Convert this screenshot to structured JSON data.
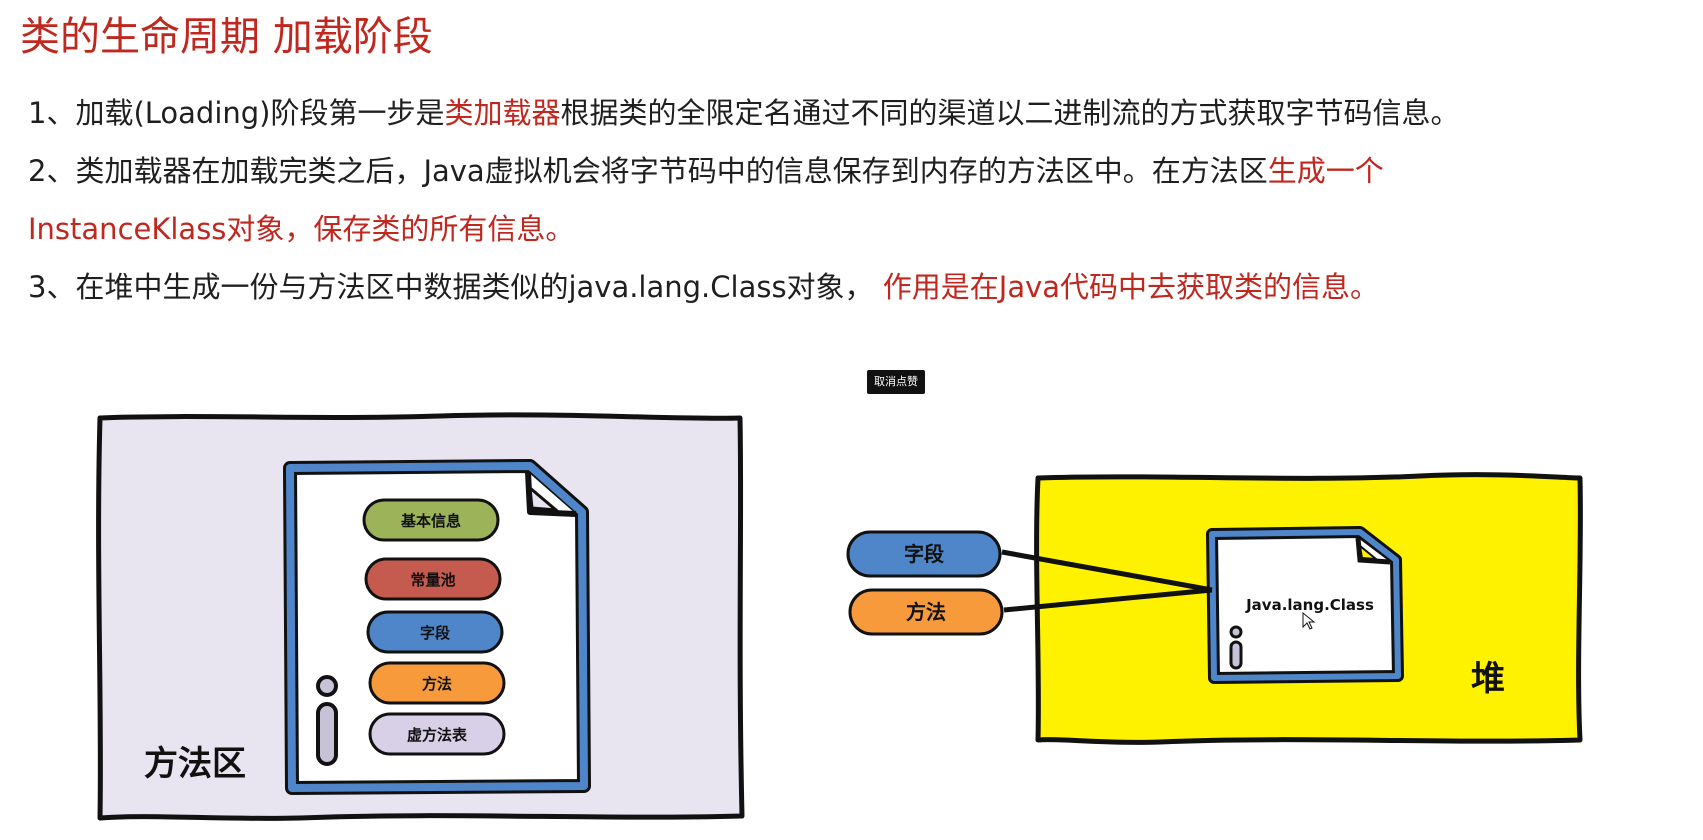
{
  "title": "类的生命周期 加载阶段",
  "paragraphs": {
    "p1": {
      "prefix": "1、加载(Loading)阶段第一步是",
      "highlight": "类加载器",
      "suffix": "根据类的全限定名通过不同的渠道以二进制流的方式获取字节码信息。"
    },
    "p2": {
      "prefix": "2、类加载器在加载完类之后，Java虚拟机会将字节码中的信息保存到内存的方法区中。在方法区",
      "highlight": "生成一个",
      "line2": "InstanceKlass对象，保存类的所有信息。"
    },
    "p3": {
      "prefix": "3、在堆中生成一份与方法区中数据类似的java.lang.Class对象，",
      "highlight": "作用是在Java代码中去获取类的信息。"
    }
  },
  "tooltip": "取消点赞",
  "method_area": {
    "label": "方法区",
    "background": "#e8e4f0",
    "items": [
      {
        "label": "基本信息",
        "color": "#9cb35a"
      },
      {
        "label": "常量池",
        "color": "#c55a4f"
      },
      {
        "label": "字段",
        "color": "#4f86c9"
      },
      {
        "label": "方法",
        "color": "#f79a3c"
      },
      {
        "label": "虚方法表",
        "color": "#d8d0e6"
      }
    ]
  },
  "heap": {
    "label": "堆",
    "background": "#fff200",
    "object_label": "Java.lang.Class",
    "fields": [
      {
        "label": "字段",
        "color": "#4f86c9"
      },
      {
        "label": "方法",
        "color": "#f79a3c"
      }
    ]
  },
  "colors": {
    "accent": "#c0271f",
    "doc_border": "#4f86c9"
  }
}
